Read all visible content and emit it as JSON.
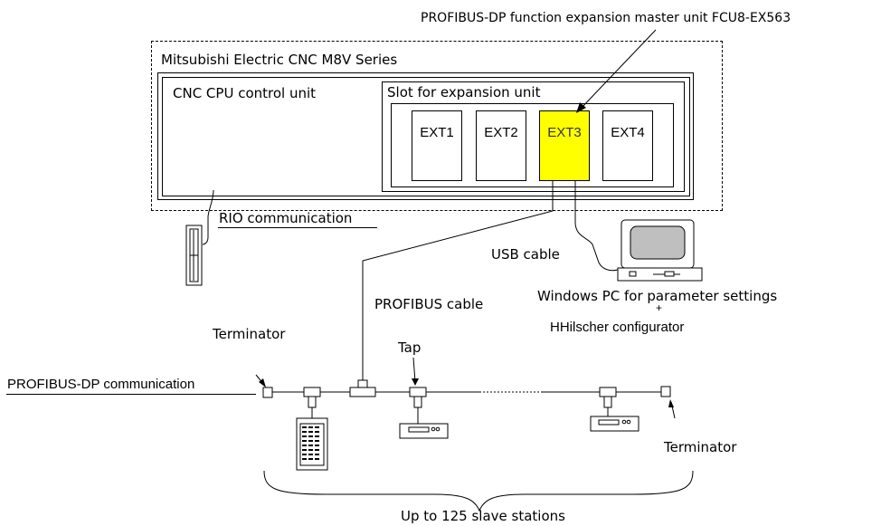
{
  "title": "PROFIBUS-DP function expansion master unit FCU8-EX563",
  "cnc_series": "Mitsubishi Electric CNC M8V Series",
  "cpu_unit": "CNC CPU control unit",
  "slot_label": "Slot for expansion unit",
  "slots": [
    "EXT1",
    "EXT2",
    "EXT3",
    "EXT4"
  ],
  "highlight_slot": "EXT3",
  "highlight_color": "#ffff00",
  "rio_label": "RIO communication",
  "usb_label": "USB cable",
  "pc_label_line1": "Windows PC for parameter settings",
  "pc_label_plus": "+",
  "pc_label_line2": "HHilscher configurator",
  "profibus_cable_label": "PROFIBUS cable",
  "terminator_label": "Terminator",
  "tap_label": "Tap",
  "dp_comm_label": "PROFIBUS-DP communication",
  "slave_stations_label": "Up to 125 slave stations"
}
